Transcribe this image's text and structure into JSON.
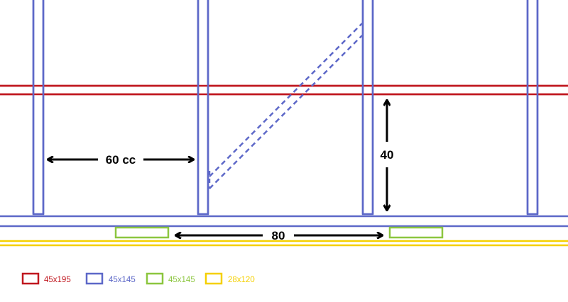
{
  "colors": {
    "red": "#c0171f",
    "blue": "#5d68c8",
    "green": "#8cc63f",
    "yellow": "#f5d000",
    "arrow": "#000000"
  },
  "dimensions": {
    "spacing_label": "60 cc",
    "height_label": "40",
    "span_label": "80"
  },
  "legend": [
    {
      "label": "45x195",
      "color": "#c0171f"
    },
    {
      "label": "45x145",
      "color": "#5d68c8"
    },
    {
      "label": "45x145",
      "color": "#8cc63f"
    },
    {
      "label": "28x120",
      "color": "#f5d000"
    }
  ]
}
